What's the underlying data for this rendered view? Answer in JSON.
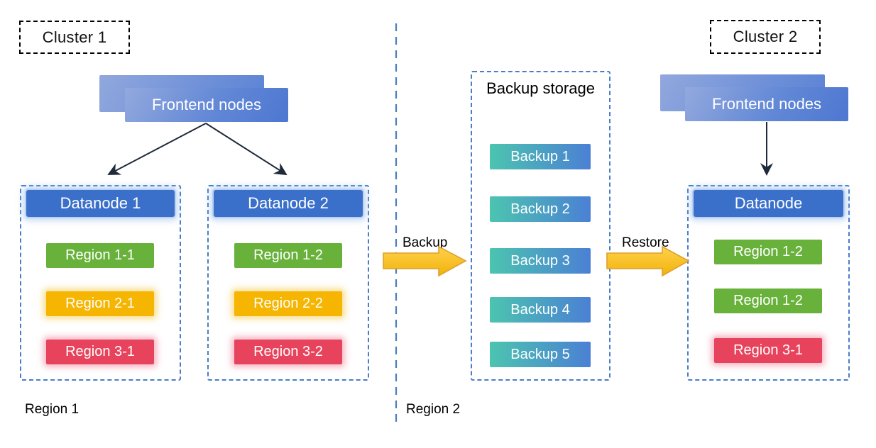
{
  "colors": {
    "container_border": "#4a7dc9",
    "datanode_header_blue": "#3b70ca",
    "region_green": "#68b23c",
    "region_yellow": "#f5b501",
    "region_red": "#e8435c",
    "backup_chip_teal": "#4cc4b0",
    "backup_chip_blue": "#4b80d4",
    "flow_arrow_gold": "#f5bb16",
    "frontend_gradient_light": "#93a9de",
    "frontend_gradient_dark": "#4d77d1",
    "divider_blue": "#4a7ebf"
  },
  "cluster1": {
    "label": "Cluster 1",
    "frontend_label": "Frontend nodes",
    "datanodes": [
      {
        "title": "Datanode 1",
        "regions": [
          {
            "label": "Region 1-1",
            "color": "green"
          },
          {
            "label": "Region 2-1",
            "color": "yellow"
          },
          {
            "label": "Region 3-1",
            "color": "red"
          }
        ]
      },
      {
        "title": "Datanode 2",
        "regions": [
          {
            "label": "Region 1-2",
            "color": "green"
          },
          {
            "label": "Region 2-2",
            "color": "yellow"
          },
          {
            "label": "Region 3-2",
            "color": "red"
          }
        ]
      }
    ],
    "region_label": "Region 1"
  },
  "backup_storage": {
    "title": "Backup storage",
    "items": [
      {
        "label": "Backup 1"
      },
      {
        "label": "Backup 2"
      },
      {
        "label": "Backup 3"
      },
      {
        "label": "Backup 4"
      },
      {
        "label": "Backup 5"
      }
    ],
    "region_label": "Region 2"
  },
  "flows": {
    "backup_label": "Backup",
    "restore_label": "Restore"
  },
  "cluster2": {
    "label": "Cluster 2",
    "frontend_label": "Frontend nodes",
    "datanode": {
      "title": "Datanode",
      "regions": [
        {
          "label": "Region 1-2",
          "color": "green"
        },
        {
          "label": "Region 1-2",
          "color": "green"
        },
        {
          "label": "Region 3-1",
          "color": "red"
        }
      ]
    }
  }
}
